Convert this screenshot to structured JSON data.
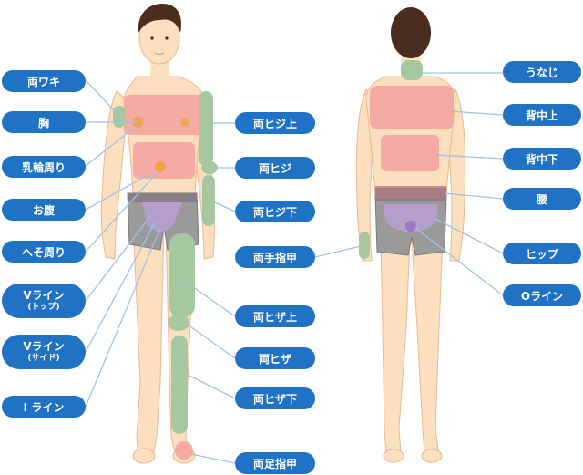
{
  "colors": {
    "skin": "#fbdfbe",
    "skin_outline": "#e9b98f",
    "hair": "#4a2d1e",
    "shorts": "#9a9a9a",
    "waistband": "#8a7e86",
    "pink_zone": "#f3a2a0",
    "green_zone": "#a6c8a0",
    "orange_zone": "#f0a24a",
    "purple_zone": "#b7a0d2",
    "label_bg": "#1f72c4",
    "label_text": "#ffffff",
    "leader_line": "#9ec3e6"
  },
  "front_labels": [
    {
      "id": "armpits",
      "text": "両ワキ",
      "icon": ""
    },
    {
      "id": "chest",
      "text": "胸"
    },
    {
      "id": "areola",
      "text": "乳輪周り"
    },
    {
      "id": "belly",
      "text": "お腹"
    },
    {
      "id": "navel",
      "text": "へそ周り"
    },
    {
      "id": "v-line-top",
      "text": "Vライン",
      "sub": "(トップ)"
    },
    {
      "id": "v-line-side",
      "text": "Vライン",
      "sub": "(サイド)"
    },
    {
      "id": "i-line",
      "text": "I ライン"
    }
  ],
  "middle_labels": [
    {
      "id": "elbow-upper",
      "text": "両ヒジ上"
    },
    {
      "id": "elbow",
      "text": "両ヒジ"
    },
    {
      "id": "elbow-lower",
      "text": "両ヒジ下"
    },
    {
      "id": "hand-fingers",
      "text": "両手指甲"
    },
    {
      "id": "knee-upper",
      "text": "両ヒザ上"
    },
    {
      "id": "knee",
      "text": "両ヒザ"
    },
    {
      "id": "knee-lower",
      "text": "両ヒザ下"
    },
    {
      "id": "toes",
      "text": "両足指甲"
    }
  ],
  "back_labels": [
    {
      "id": "nape",
      "text": "うなじ"
    },
    {
      "id": "upper-back",
      "text": "背中上"
    },
    {
      "id": "lower-back",
      "text": "背中下"
    },
    {
      "id": "waist",
      "text": "腰"
    },
    {
      "id": "hips",
      "text": "ヒップ"
    },
    {
      "id": "o-line",
      "text": "Oライン"
    }
  ]
}
